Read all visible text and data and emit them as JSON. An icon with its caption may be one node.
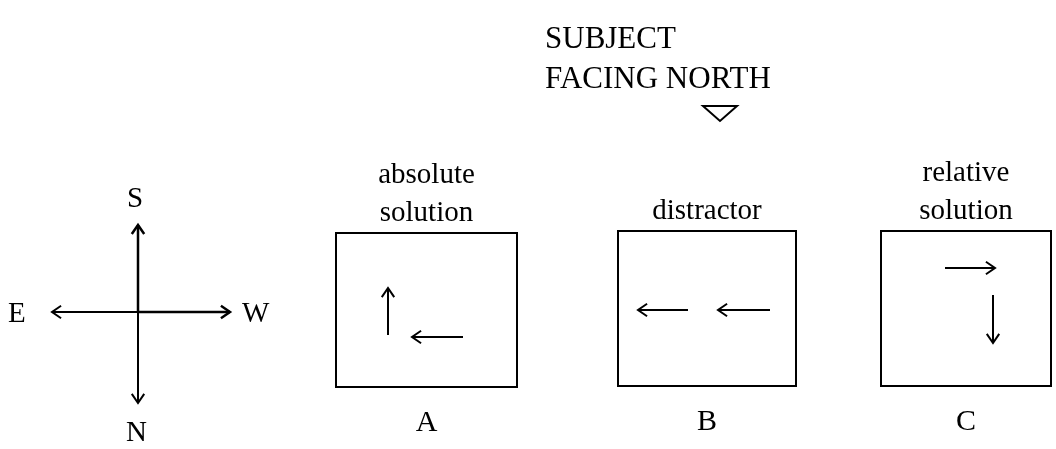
{
  "diagram": {
    "nodes": [
      {
        "text": [
          "absolute solution"
        ],
        "beside": [
          "A"
        ]
      },
      {
        "text": [
          "distractor"
        ],
        "beside": [
          "B"
        ]
      },
      {
        "text": [
          "relative solution"
        ],
        "beside": [
          "C"
        ]
      }
    ],
    "edges": [],
    "labels": [
      "SUBJECT FACING NORTH",
      "S",
      "E",
      "W",
      "N"
    ]
  }
}
